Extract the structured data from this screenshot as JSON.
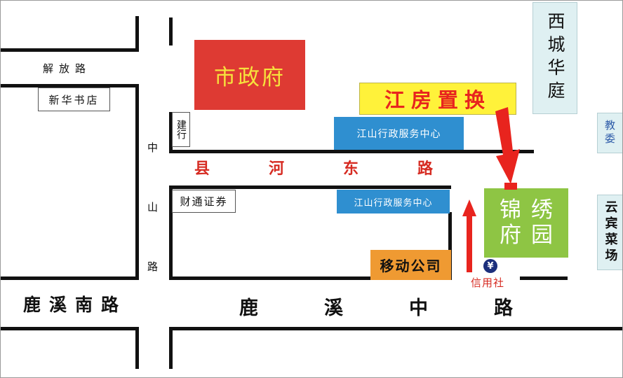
{
  "roads": {
    "jiefang": "解放路",
    "zhongshan": "中山路",
    "xianhe": "县河东路",
    "luxi_south": "鹿溪南路",
    "luxi_middle": "鹿溪中路"
  },
  "places": {
    "city_gov": "市政府",
    "jiangfang": "江房置换",
    "service_center_top": "江山行政服务中心",
    "service_center_bottom": "江山行政服务中心",
    "mobile": "移动公司",
    "jinxiu_chars": [
      "锦",
      "绣",
      "府",
      "园"
    ],
    "xicheng": "西城华庭",
    "jiaowei": "教委",
    "yunbin": "云宾菜场",
    "xinhua": "新华书店",
    "jianhang": "建行",
    "caitong": "财通证券",
    "credit": "信用社"
  },
  "icons": {
    "credit_symbol": "¥",
    "credit_icon": "yen-coin-icon",
    "pointer": "red-arrow-icon",
    "route": "red-up-arrow-icon"
  },
  "colors": {
    "city_gov": "#de3a33",
    "banner": "#fff23a",
    "banner_text": "#e8241e",
    "service": "#2f8fd0",
    "mobile": "#ef9a32",
    "jinxiu": "#8ec544",
    "pale": "#dff0f2",
    "arrow": "#e8241e",
    "credit_icon": "#1c2f7c"
  }
}
